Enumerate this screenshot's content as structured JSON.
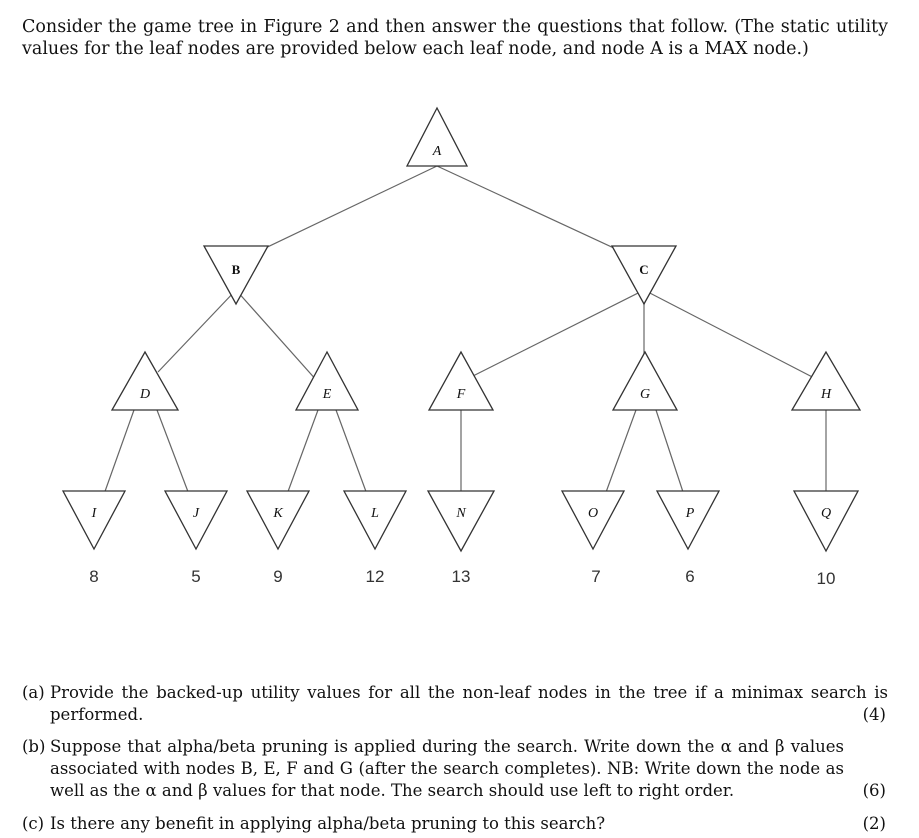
{
  "intro": {
    "line1": "Consider the game tree in Figure 2 and then answer the questions that follow. (The static utility",
    "line2": "values for the leaf nodes are provided below each leaf node, and node A is a MAX node.)"
  },
  "tree": {
    "nodes": {
      "A": "A",
      "B": "B",
      "C": "C",
      "D": "D",
      "E": "E",
      "F": "F",
      "G": "G",
      "H": "H",
      "I": "I",
      "J": "J",
      "K": "K",
      "L": "L",
      "N": "N",
      "O": "O",
      "P": "P",
      "Q": "Q"
    },
    "leaf_values": {
      "I": "8",
      "J": "5",
      "K": "9",
      "L": "12",
      "N": "13",
      "O": "7",
      "P": "6",
      "Q": "10"
    }
  },
  "questions": {
    "a": {
      "tag": "(a)",
      "text": "Provide the backed-up utility values for all the non-leaf nodes in the tree if a minimax search is performed.",
      "marks": "(4)"
    },
    "b": {
      "tag": "(b)",
      "text": "Suppose that alpha/beta pruning is applied during the search. Write down the α and β values associated with nodes B, E, F and G (after the search completes). NB: Write down the node as well as the α and β values for that node. The search should use left to right order.",
      "marks": "(6)"
    },
    "c": {
      "tag": "(c)",
      "text": "Is there any benefit in applying alpha/beta pruning to this search?",
      "marks": "(2)"
    }
  }
}
